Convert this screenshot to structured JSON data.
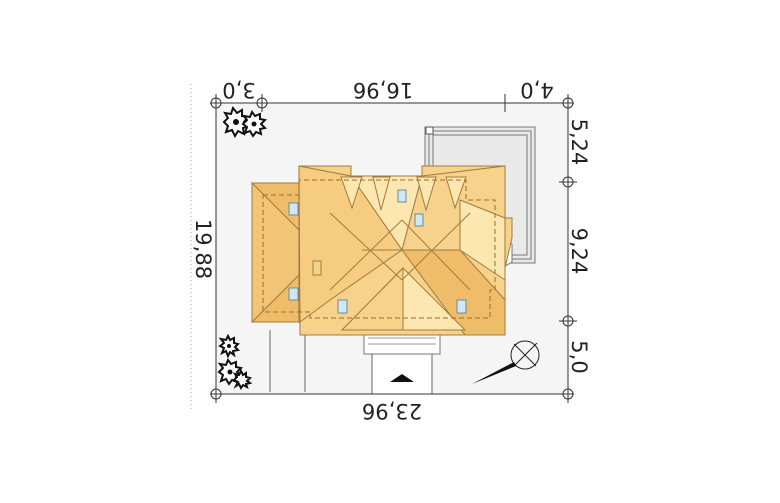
{
  "dimensions": {
    "top": [
      "3,0",
      "16,96",
      "4,0"
    ],
    "bottom": "23,96",
    "left": "19,88",
    "right": [
      "5,24",
      "9,24",
      "5,0"
    ]
  },
  "icons": {
    "north_arrow": "compass-north-icon",
    "entrance": "entrance-arrow-icon",
    "trees": "tree-icon"
  },
  "colors": {
    "roof_light": "#fde7b0",
    "roof_mid": "#f7d28a",
    "roof_dark": "#efbc6a",
    "plot": "#f5f5f5",
    "terrace": "#e9e9e9",
    "window": "#cfe8f3"
  }
}
